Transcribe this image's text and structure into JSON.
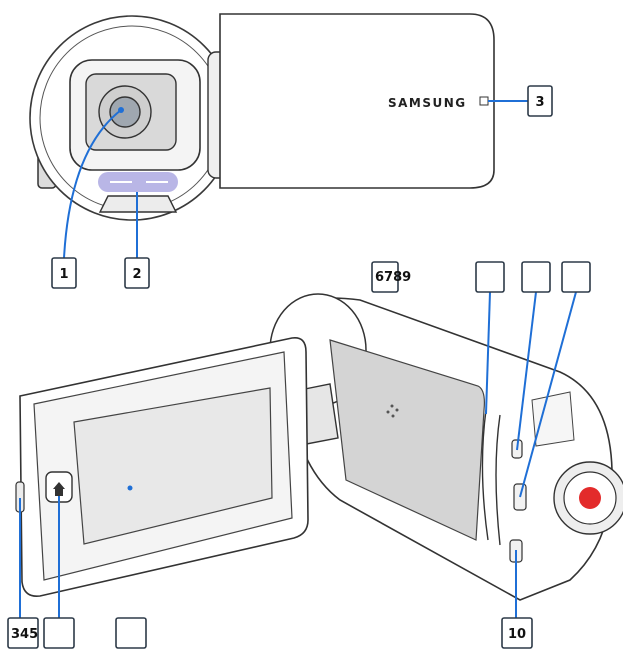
{
  "brand": "SAMSUNG",
  "callouts": {
    "c1": "1",
    "c2": "2",
    "c3": "3",
    "c_top1": "",
    "c_top2": "",
    "c_top3": "",
    "c_mid": "6789",
    "c_bl1": "345",
    "c_bl2": "",
    "c_bl3": "",
    "c_br": "10"
  },
  "colors": {
    "lead": "#1f6fd6",
    "record": "#e32b2b",
    "mic": "#b9b6e6"
  },
  "icons": {
    "home": "home-icon",
    "record": "record-button-icon"
  }
}
